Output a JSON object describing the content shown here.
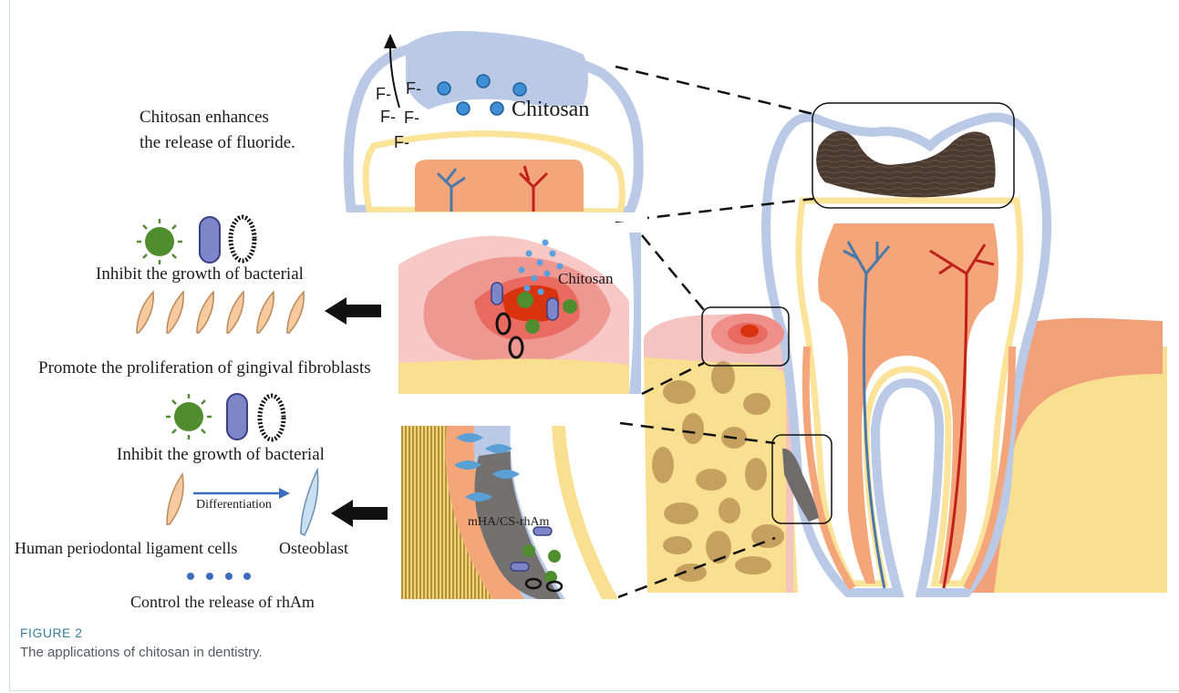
{
  "figure": {
    "label": "FIGURE 2",
    "caption": "The applications of chitosan in dentistry."
  },
  "top_panel": {
    "note_line1": "Chitosan enhances",
    "note_line2": "the release of fluoride.",
    "chitosan_label": "Chitosan",
    "fluoride_ions": [
      "F-",
      "F-",
      "F-",
      "F-",
      "F-"
    ]
  },
  "gingiva_panel": {
    "chitosan_label": "Chitosan",
    "effect_bacteria": "Inhibit the growth of bacterial",
    "effect_fibroblasts": "Promote the proliferation of gingival fibroblasts"
  },
  "periodontal_panel": {
    "material_label": "mHA/CS-rhAm",
    "effect_bacteria": "Inhibit the growth of bacterial",
    "differentiation_label": "Differentiation",
    "cell_source": "Human periodontal ligament cells",
    "cell_target": "Osteoblast",
    "release_note": "Control the release of rhAm"
  },
  "colors": {
    "enamel": "#b9c9e6",
    "dentin": "#fbe39a",
    "pulp": "#f4a67a",
    "gingiva": "#f5b8b6",
    "bone": "#f9df90",
    "artery": "#c0201c",
    "vein": "#4a78a8",
    "caries": "#4a3a30",
    "caption_label": "#3a7fa3"
  }
}
